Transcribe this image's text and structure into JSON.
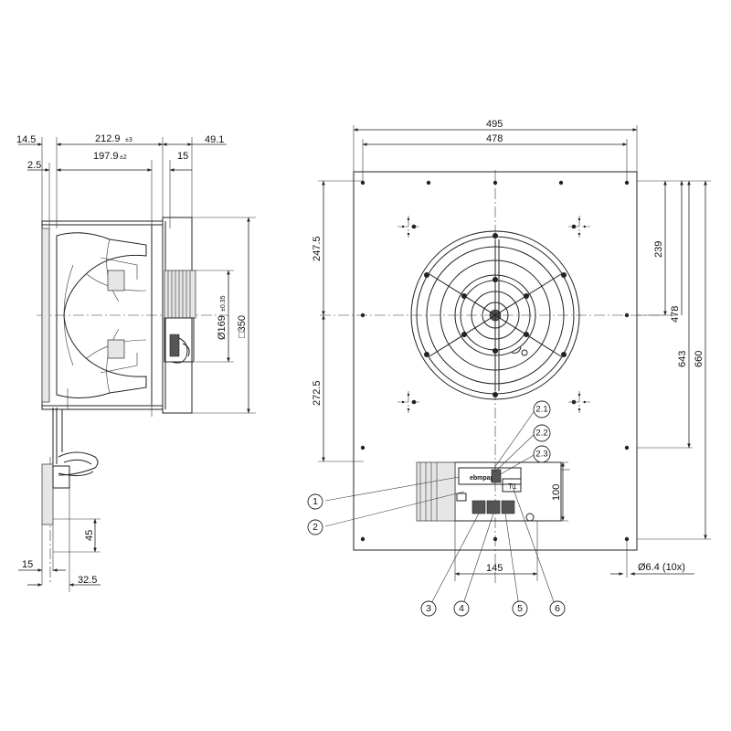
{
  "side_view": {
    "dims": {
      "d_14_5": "14.5",
      "d_212_9": "212.9",
      "d_212_9_tol": "±3",
      "d_49_1": "49.1",
      "d_2_5": "2.5",
      "d_197_9": "197.9",
      "d_197_9_tol": "±2",
      "d_15_top": "15",
      "d_169": "Ø169",
      "d_169_tol": "±0.35",
      "d_350": "□350",
      "d_45": "45",
      "d_15_bottom": "15",
      "d_32_5": "32.5"
    }
  },
  "front_view": {
    "dims": {
      "d_495": "495",
      "d_478_top": "478",
      "d_247_5": "247.5",
      "d_272_5": "272.5",
      "d_239": "239",
      "d_478_right": "478",
      "d_643": "643",
      "d_660": "660",
      "d_100": "100",
      "d_145": "145",
      "d_hole": "Ø6.4 (10x)"
    },
    "callouts": [
      "1",
      "2",
      "3",
      "4",
      "5",
      "6"
    ],
    "sub_callouts": [
      "2.1",
      "2.2",
      "2.3"
    ],
    "module_label": "ebmpapst",
    "connector_label": "T1"
  }
}
